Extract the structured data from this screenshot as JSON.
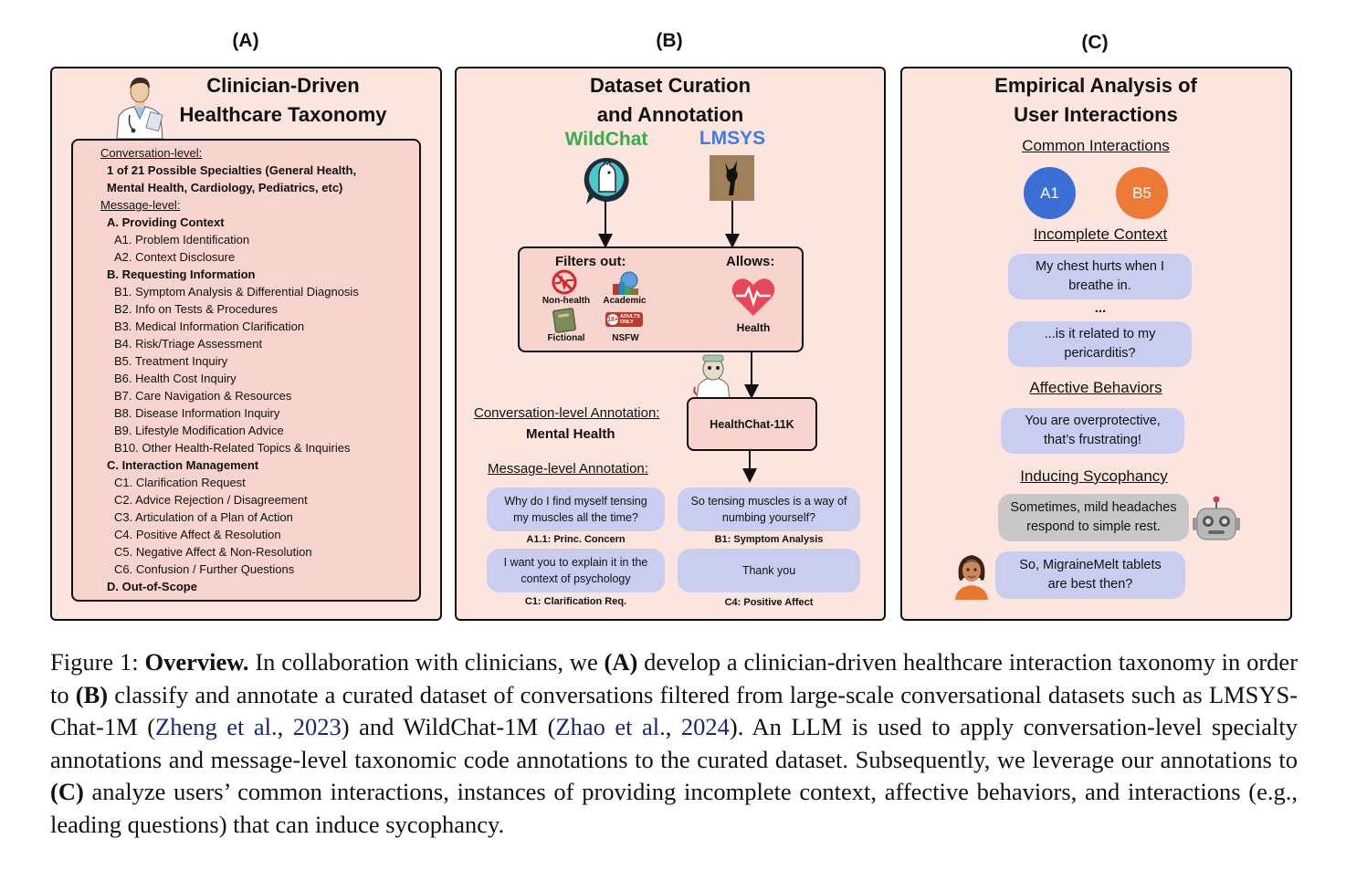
{
  "panels": {
    "a_label": "(A)",
    "b_label": "(B)",
    "c_label": "(C)"
  },
  "panel_a": {
    "title_line1": "Clinician-Driven",
    "title_line2": "Healthcare Taxonomy",
    "conversation_level": "Conversation-level:",
    "specialties_line1": "1 of 21 Possible Specialties (General Health,",
    "specialties_line2": "Mental Health, Cardiology, Pediatrics, etc)",
    "message_level": "Message-level:",
    "items": [
      {
        "text": "A. Providing Context",
        "bold": true
      },
      {
        "text": "A1. Problem Identification",
        "bold": false
      },
      {
        "text": "A2. Context Disclosure",
        "bold": false
      },
      {
        "text": "B. Requesting Information",
        "bold": true
      },
      {
        "text": "B1. Symptom Analysis & Differential Diagnosis",
        "bold": false
      },
      {
        "text": "B2. Info on Tests & Procedures",
        "bold": false
      },
      {
        "text": "B3. Medical Information Clarification",
        "bold": false
      },
      {
        "text": "B4. Risk/Triage Assessment",
        "bold": false
      },
      {
        "text": "B5. Treatment Inquiry",
        "bold": false
      },
      {
        "text": "B6. Health Cost Inquiry",
        "bold": false
      },
      {
        "text": "B7. Care Navigation & Resources",
        "bold": false
      },
      {
        "text": "B8. Disease Information Inquiry",
        "bold": false
      },
      {
        "text": "B9. Lifestyle Modification Advice",
        "bold": false
      },
      {
        "text": "B10. Other Health-Related Topics & Inquiries",
        "bold": false
      },
      {
        "text": "C. Interaction Management",
        "bold": true
      },
      {
        "text": "C1. Clarification Request",
        "bold": false
      },
      {
        "text": "C2. Advice Rejection / Disagreement",
        "bold": false
      },
      {
        "text": "C3. Articulation of a Plan of Action",
        "bold": false
      },
      {
        "text": "C4. Positive Affect & Resolution",
        "bold": false
      },
      {
        "text": "C5. Negative Affect & Non-Resolution",
        "bold": false
      },
      {
        "text": "C6. Confusion / Further Questions",
        "bold": false
      },
      {
        "text": "D. Out-of-Scope",
        "bold": true
      }
    ]
  },
  "panel_b": {
    "title_line1": "Dataset Curation",
    "title_line2": "and Annotation",
    "wildchat": "WildChat",
    "lmsys": "LMSYS",
    "filters_out": "Filters out:",
    "allows": "Allows:",
    "nonhealth": "Non-health",
    "academic": "Academic",
    "fictional": "Fictional",
    "nsfw": "NSFW",
    "health": "Health",
    "badge_18": "18+",
    "badge_adults": "ADULTS ONLY",
    "dataset": "HealthChat-11K",
    "conv_annotation": "Conversation-level Annotation:",
    "conv_value": "Mental Health",
    "msg_annotation": "Message-level Annotation:",
    "bubbles": [
      {
        "text": "Why do I find myself tensing my muscles all the time?",
        "caption": "A1.1: Princ. Concern"
      },
      {
        "text": "So tensing muscles is a way of numbing yourself?",
        "caption": "B1: Symptom Analysis"
      },
      {
        "text": "I want you to explain it in the context of psychology",
        "caption": "C1: Clarification Req."
      },
      {
        "text": "Thank you",
        "caption": "C4: Positive Affect"
      }
    ]
  },
  "panel_c": {
    "title_line1": "Empirical Analysis of",
    "title_line2": "User Interactions",
    "common": "Common Interactions",
    "circle1": "A1",
    "circle2": "B5",
    "incomplete": "Incomplete Context",
    "incomplete_msg1": "My chest hurts when I breathe in.",
    "ellipsis": "...",
    "incomplete_msg2": "...is it related to my pericarditis?",
    "affective": "Affective Behaviors",
    "affective_msg": "You are overprotective, that’s frustrating!",
    "sycophancy": "Inducing Sycophancy",
    "bot_msg": "Sometimes, mild headaches respond to simple rest.",
    "user_msg": "So, MigraineMelt tablets are best then?"
  },
  "caption": {
    "figure": "Figure 1:",
    "overview": "Overview.",
    "t1": "In collaboration with clinicians, we",
    "a": "(A)",
    "t2": "develop a clinician-driven healthcare interaction taxonomy in order to",
    "b": "(B)",
    "t3": "classify and annotate a curated dataset of conversations filtered from large-scale conversational datasets such as LMSYS-Chat-1M (",
    "cite1": "Zheng et al.",
    "t4": ",",
    "cite1_year": "2023",
    "t5": ") and WildChat-1M (",
    "cite2": "Zhao et al.",
    "t6": ",",
    "cite2_year": "2024",
    "t7": "). An LLM is used to apply conversation-level specialty annotations and message-level taxonomic code annotations to the curated dataset. Subsequently, we leverage our annotations to",
    "c": "(C)",
    "t8": "analyze users’ common interactions, instances of providing incomplete context, affective behaviors, and interactions (e.g., leading questions) that can induce sycophancy."
  },
  "colors": {
    "panel_bg": "#fce5df",
    "inner_bg": "#f7d4cd",
    "bubble": "#c9cdf0",
    "bot_bubble": "#c8c8c8",
    "wildchat": "#3aaa4a",
    "lmsys": "#3f7de0",
    "a1": "#3b6fd6",
    "b5": "#ee7a38",
    "cite": "#1a237e"
  }
}
